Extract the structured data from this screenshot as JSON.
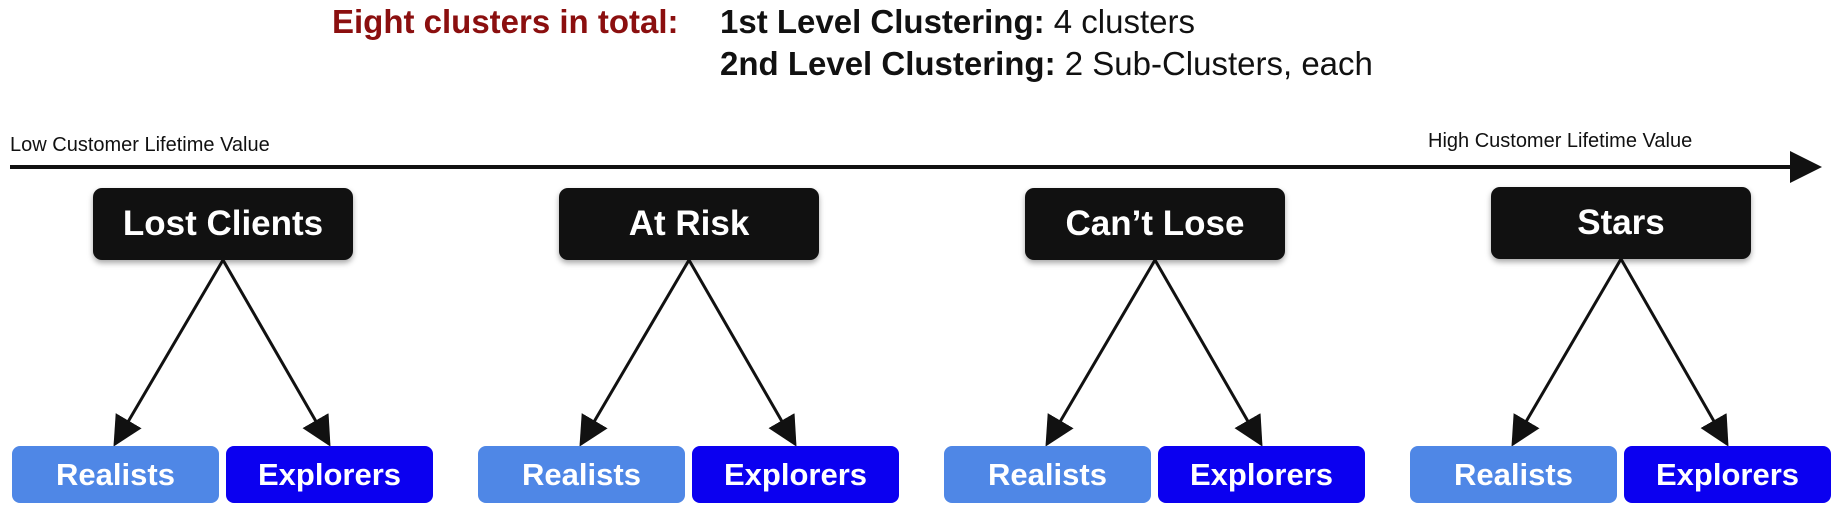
{
  "header": {
    "total_label": "Eight clusters in total:",
    "level1_label": "1st Level Clustering:",
    "level1_value": "4 clusters",
    "level2_label": "2nd Level Clustering:",
    "level2_value": "2 Sub-Clusters, each"
  },
  "axis": {
    "low_label": "Low Customer Lifetime Value",
    "high_label": "High Customer Lifetime Value"
  },
  "clusters": [
    {
      "label": "Lost Clients",
      "sub": [
        "Realists",
        "Explorers"
      ]
    },
    {
      "label": "At Risk",
      "sub": [
        "Realists",
        "Explorers"
      ]
    },
    {
      "label": "Can’t Lose",
      "sub": [
        "Realists",
        "Explorers"
      ]
    },
    {
      "label": "Stars",
      "sub": [
        "Realists",
        "Explorers"
      ]
    }
  ],
  "colors": {
    "title_accent": "#8b0f0f",
    "cluster_box": "#111111",
    "realists_box": "#4f87e6",
    "explorers_box": "#0b00f0"
  }
}
